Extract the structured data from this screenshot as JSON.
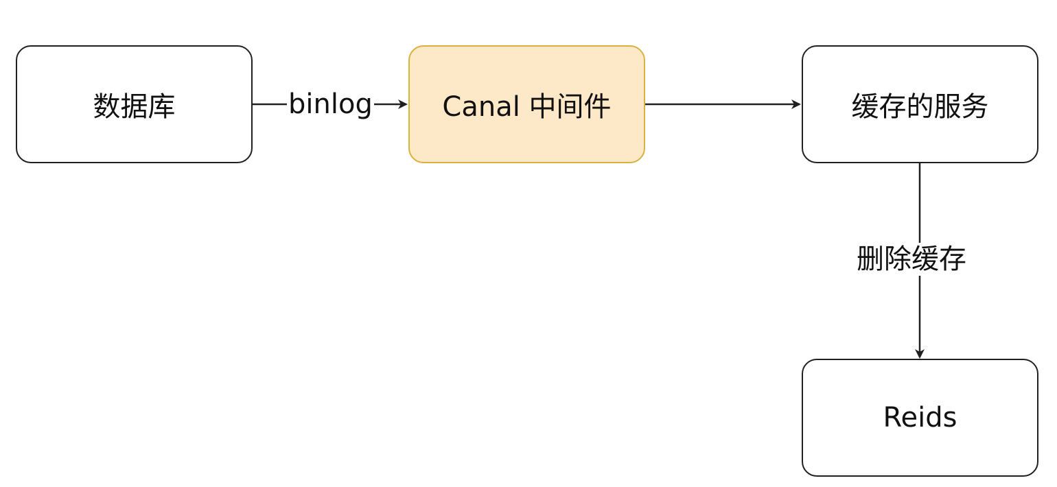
{
  "nodes": {
    "database": "数据库",
    "canal": "Canal 中间件",
    "cache_service": "缓存的服务",
    "redis": "Reids"
  },
  "edges": {
    "db_to_canal": "binlog",
    "canal_to_service": "",
    "service_to_redis": "删除缓存"
  },
  "colors": {
    "stroke": "#1f1f1f",
    "highlight_fill": "#fde8c8",
    "highlight_stroke": "#d9b13d"
  }
}
